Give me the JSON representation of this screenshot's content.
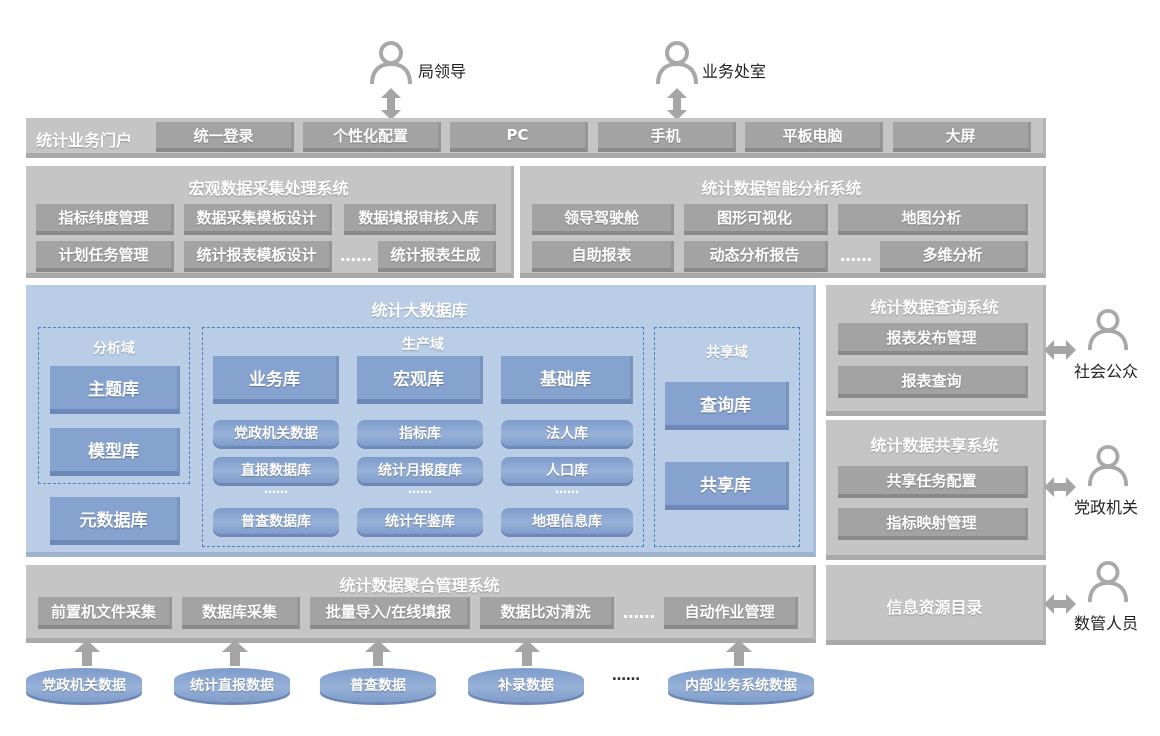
{
  "users_top": {
    "leader": "局领导",
    "office": "业务处室"
  },
  "portal": {
    "title": "统计业务门户",
    "items": [
      "统一登录",
      "个性化配置",
      "PC",
      "手机",
      "平板电脑",
      "大屏"
    ]
  },
  "macro": {
    "title": "宏观数据采集处理系统",
    "row1": [
      "指标纬度管理",
      "数据采集模板设计",
      "数据填报审核入库"
    ],
    "row2": [
      "计划任务管理",
      "统计报表模板设计",
      "统计报表生成"
    ],
    "ellipsis": "……"
  },
  "analysis": {
    "title": "统计数据智能分析系统",
    "row1": [
      "领导驾驶舱",
      "图形可视化",
      "地图分析"
    ],
    "row2": [
      "自助报表",
      "动态分析报告",
      "多维分析"
    ],
    "ellipsis": "……"
  },
  "bigdata": {
    "title": "统计大数据库",
    "analysis_domain": {
      "title": "分析域",
      "items": [
        "主题库",
        "模型库"
      ]
    },
    "meta": "元数据库",
    "production_domain": {
      "title": "生产域",
      "headers": [
        "业务库",
        "宏观库",
        "基础库"
      ],
      "col1": [
        "党政机关数据",
        "直报数据库",
        "……",
        "普查数据库"
      ],
      "col2": [
        "指标库",
        "统计月报度库",
        "……",
        "统计年鉴库"
      ],
      "col3": [
        "法人库",
        "人口库",
        "……",
        "地理信息库"
      ]
    },
    "share_domain": {
      "title": "共享域",
      "items": [
        "查询库",
        "共享库"
      ]
    }
  },
  "query_sys": {
    "title": "统计数据查询系统",
    "items": [
      "报表发布管理",
      "报表查询"
    ]
  },
  "share_sys": {
    "title": "统计数据共享系统",
    "items": [
      "共享任务配置",
      "指标映射管理"
    ]
  },
  "catalog": {
    "title": "信息资源目录"
  },
  "users_right": {
    "public": "社会公众",
    "gov": "党政机关",
    "admin": "数管人员"
  },
  "aggregate": {
    "title": "统计数据聚合管理系统",
    "items": [
      "前置机文件采集",
      "数据库采集",
      "批量导入/在线填报",
      "数据比对清洗",
      "自动作业管理"
    ],
    "ellipsis": "……"
  },
  "sources": {
    "items": [
      "党政机关数据",
      "统计直报数据",
      "普查数据",
      "补录数据",
      "内部业务系统数据"
    ],
    "ellipsis": "……"
  }
}
